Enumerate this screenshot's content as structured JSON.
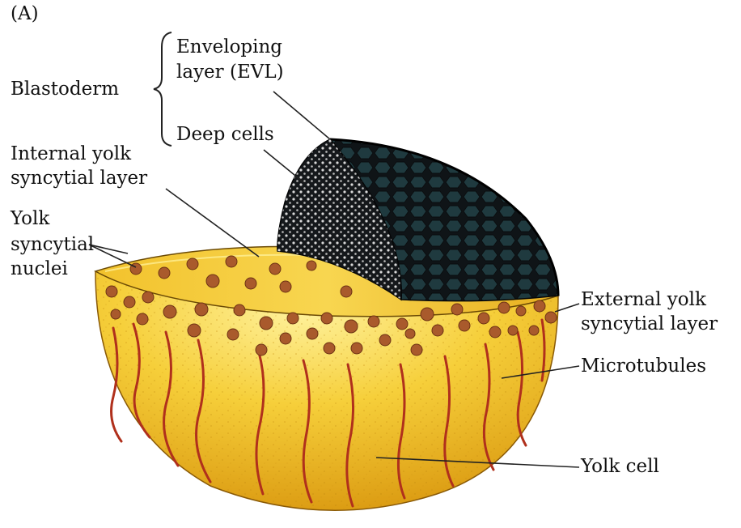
{
  "figure": {
    "panel_label": "(A)"
  },
  "labels": {
    "blastoderm": "Blastoderm",
    "evl_line1": "Enveloping",
    "evl_line2": "layer (EVL)",
    "deep_cells": "Deep cells",
    "iysl_line1": "Internal yolk",
    "iysl_line2": "syncytial layer",
    "ysn_line1": "Yolk",
    "ysn_line2": "syncytial",
    "ysn_line3": "nuclei",
    "eysl_line1": "External yolk",
    "eysl_line2": "syncytial layer",
    "microtubules": "Microtubules",
    "yolk_cell": "Yolk cell"
  },
  "colors": {
    "yolk_fill": "#f2c22c",
    "yolk_highlight": "#fff3a0",
    "yolk_dark": "#c98d10",
    "blastoderm_fill": "#111418",
    "evl_cells": "#1e3438",
    "deep_cells_dots": "#d8d8d8",
    "nuclei": "#a95a2c",
    "microtubules": "#b0301c",
    "leader_lines": "#222222"
  }
}
